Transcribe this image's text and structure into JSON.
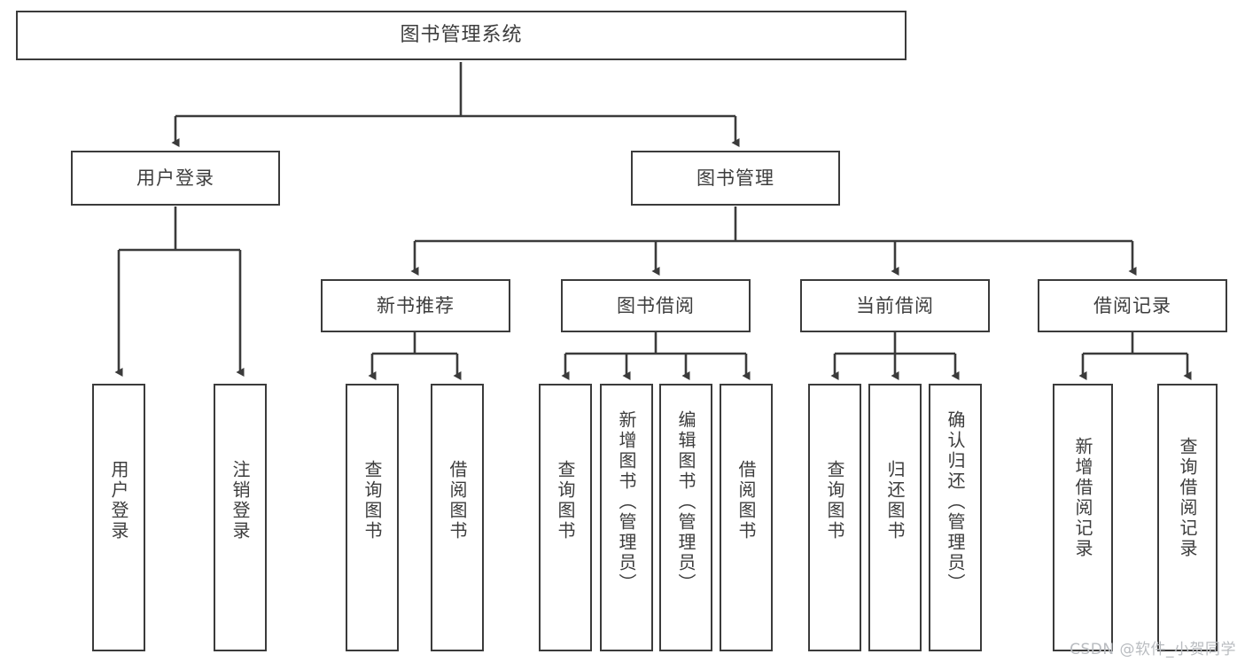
{
  "diagram": {
    "title": "图书管理系统",
    "watermark": "CSDN @软件_小贺同学",
    "colors": {
      "stroke": "#3b3b3b",
      "text": "#3d3d3d",
      "background": "#ffffff",
      "watermark": "#b9bcc0"
    },
    "nodes": {
      "root": {
        "label": "图书管理系统"
      },
      "level1": [
        {
          "label": "用户登录"
        },
        {
          "label": "图书管理"
        }
      ],
      "level2": [
        {
          "label": "新书推荐"
        },
        {
          "label": "图书借阅"
        },
        {
          "label": "当前借阅"
        },
        {
          "label": "借阅记录"
        }
      ],
      "leaves_user_login": [
        {
          "label": "用户登录"
        },
        {
          "label": "注销登录"
        }
      ],
      "leaves_new_book": [
        {
          "label": "查询图书"
        },
        {
          "label": "借阅图书"
        }
      ],
      "leaves_borrow": [
        {
          "label": "查询图书"
        },
        {
          "label": "新增图书（管理员）"
        },
        {
          "label": "编辑图书（管理员）"
        },
        {
          "label": "借阅图书"
        }
      ],
      "leaves_current": [
        {
          "label": "查询图书"
        },
        {
          "label": "归还图书"
        },
        {
          "label": "确认归还（管理员）"
        }
      ],
      "leaves_record": [
        {
          "label": "新增借阅记录"
        },
        {
          "label": "查询借阅记录"
        }
      ]
    }
  }
}
